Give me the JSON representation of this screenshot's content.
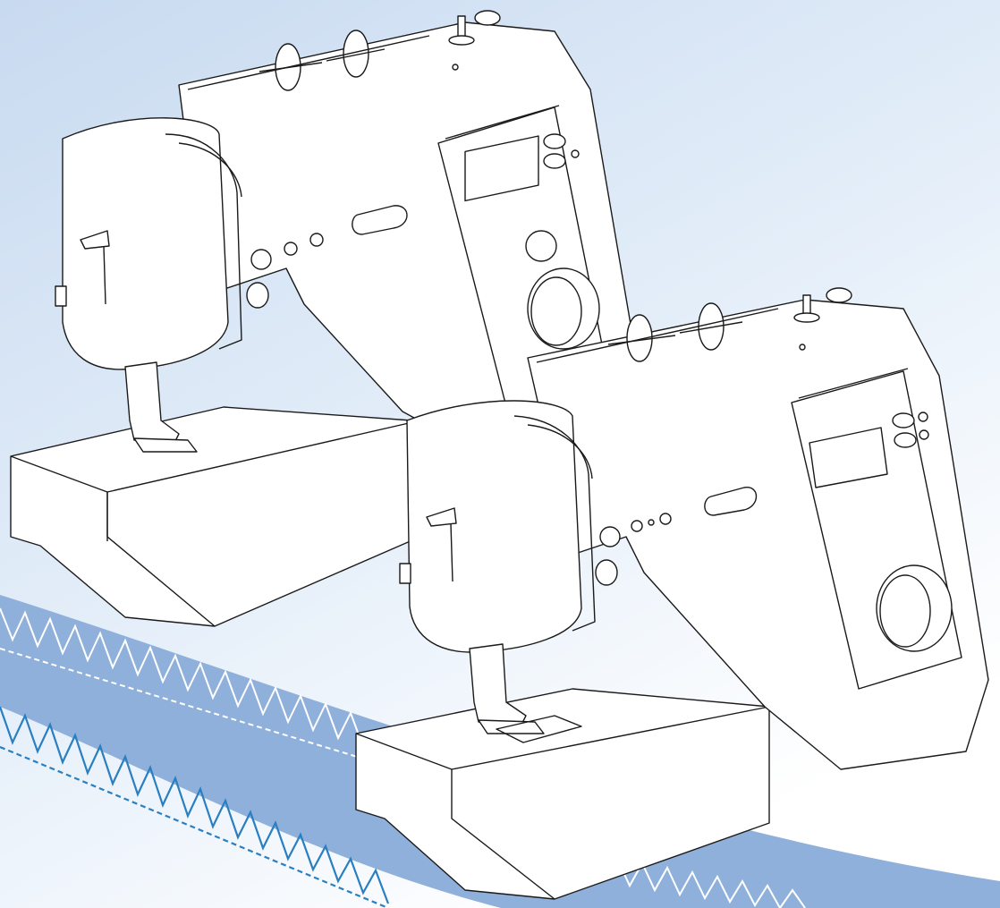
{
  "illustration": {
    "subject": "sewing-machine",
    "machines": [
      {
        "id": "machine-rear",
        "view": "three-quarter-front"
      },
      {
        "id": "machine-front",
        "view": "three-quarter-front"
      }
    ],
    "decoration": "zigzag-stitch-ribbons"
  },
  "colors": {
    "background_top": "#c8daf0",
    "background_bottom": "#ffffff",
    "ribbon_band": "#8fb0da",
    "stitch_light": "#ffffff",
    "stitch_dark": "#2a7fc0",
    "outline": "#1a1a1a",
    "machine_fill": "#ffffff"
  }
}
